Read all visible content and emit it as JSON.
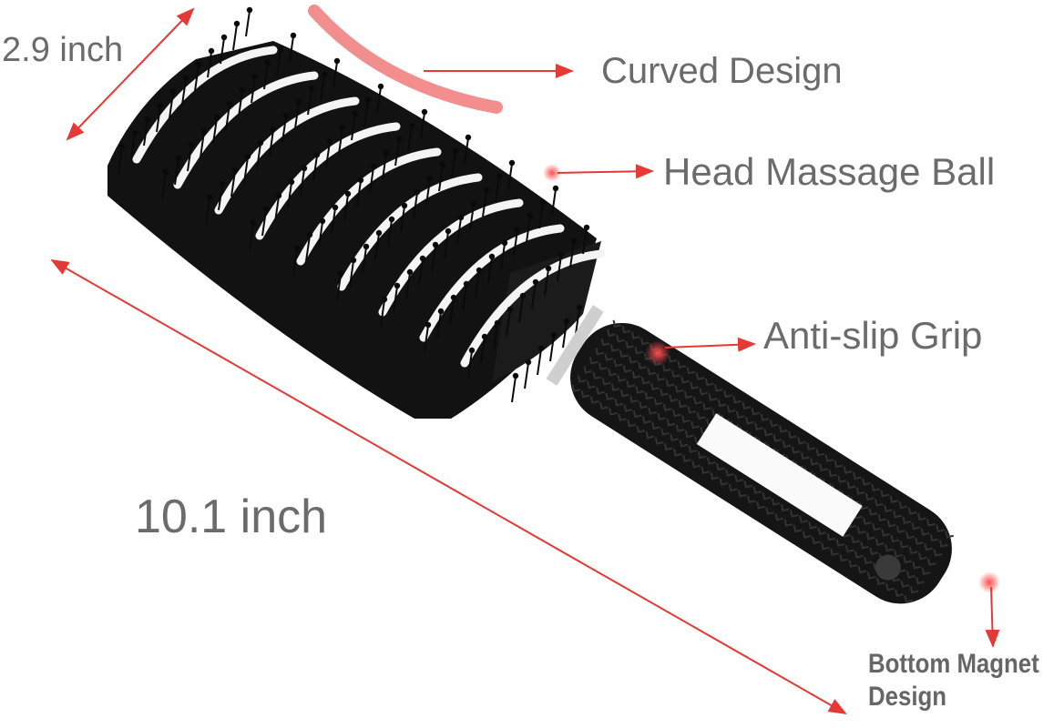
{
  "annotations": {
    "width": "2.9 inch",
    "curved_design": "Curved Design",
    "head_massage_ball": "Head Massage Ball",
    "anti_slip_grip": "Anti-slip Grip",
    "length": "10.1 inch",
    "bottom_magnet_line1": "Bottom Magnet",
    "bottom_magnet_line2": "Design"
  },
  "colors": {
    "arrow": "#e53935",
    "curve_marker": "#f07a7a",
    "label_text": "#6b6b6b",
    "brush": "#111111"
  }
}
